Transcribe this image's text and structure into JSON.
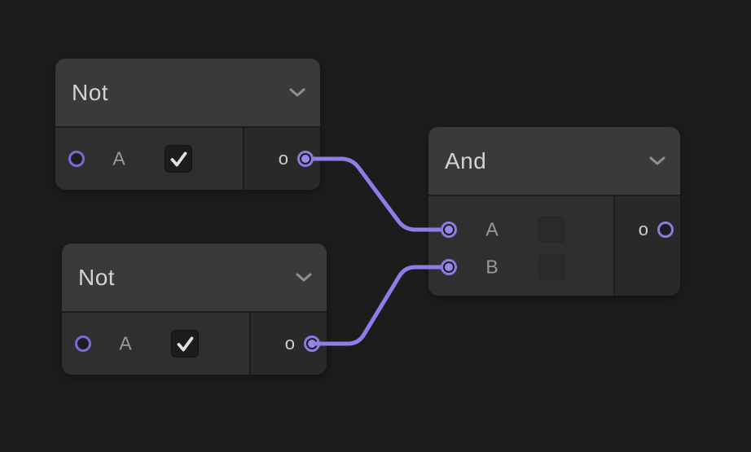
{
  "editor": {
    "background_color": "#1c1c1c",
    "kind": "logic-gate node graph"
  },
  "colors": {
    "wire": "#8d7de6",
    "port_ring": "#8b7ce2",
    "port_dot": "#9587ec",
    "node_header": "#3a3a3a",
    "node_body": "#2f2f2f",
    "node_output_section": "#292929",
    "chevron": "#8f8f8f",
    "checkmark": "#e0e0e0"
  },
  "nodes": [
    {
      "title": "Not",
      "inputs": [
        {
          "label": "A",
          "checkbox_state": "checked",
          "connected": false
        }
      ],
      "output_label": "o",
      "output_connected": true
    },
    {
      "title": "Not",
      "inputs": [
        {
          "label": "A",
          "checkbox_state": "checked",
          "connected": false
        }
      ],
      "output_label": "o",
      "output_connected": true
    },
    {
      "title": "And",
      "inputs": [
        {
          "label": "A",
          "connected": true
        },
        {
          "label": "B",
          "connected": true
        }
      ],
      "output_label": "o",
      "output_connected": false
    }
  ],
  "wires": [
    {
      "from": "Not(top) output o",
      "to": "And input A"
    },
    {
      "from": "Not(bottom) output o",
      "to": "And input B"
    }
  ]
}
